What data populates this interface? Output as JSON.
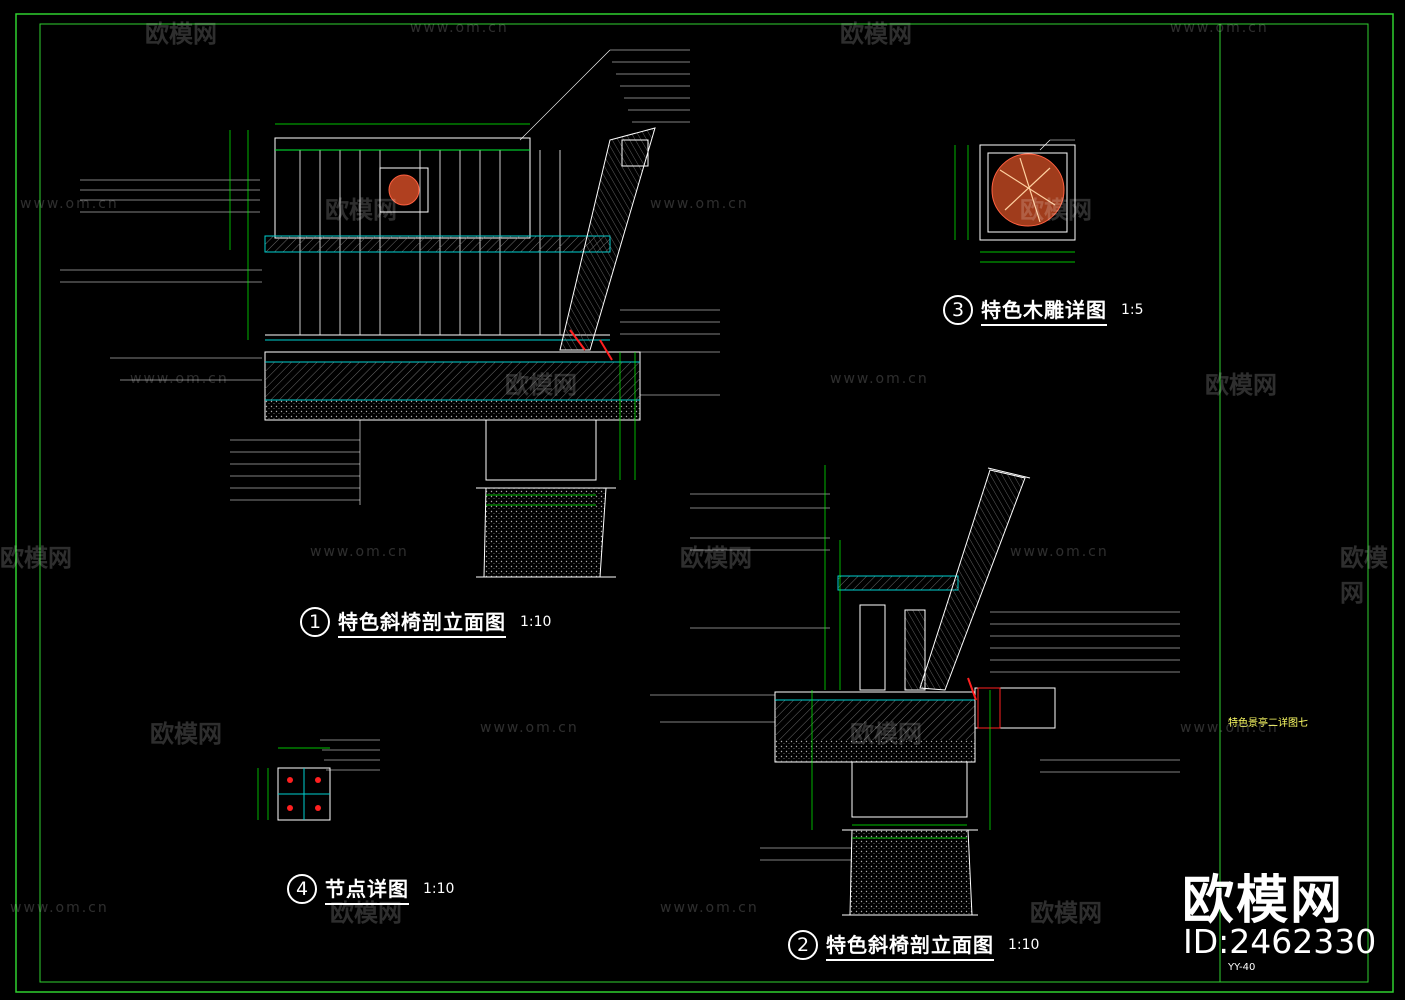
{
  "drawings": {
    "d1": {
      "number": "1",
      "title": "特色斜椅剖立面图",
      "scale": "1:10"
    },
    "d2": {
      "number": "2",
      "title": "特色斜椅剖立面图",
      "scale": "1:10"
    },
    "d3": {
      "number": "3",
      "title": "特色木雕详图",
      "scale": "1:5"
    },
    "d4": {
      "number": "4",
      "title": "节点详图",
      "scale": "1:10"
    }
  },
  "watermark": {
    "logo": "欧模网",
    "url": "www.om.cn"
  },
  "brand": {
    "name": "欧模网",
    "id": "ID:2462330"
  },
  "sheet": {
    "side_note": "特色景亭二详图七",
    "code": "YY-40"
  },
  "colors": {
    "bg": "#000000",
    "frame": "#2fd02f",
    "line": "#ffffff",
    "dim": "#00ff00",
    "concrete": "#00d0d0",
    "accent": "#ff2020",
    "label": "#ffff66"
  }
}
